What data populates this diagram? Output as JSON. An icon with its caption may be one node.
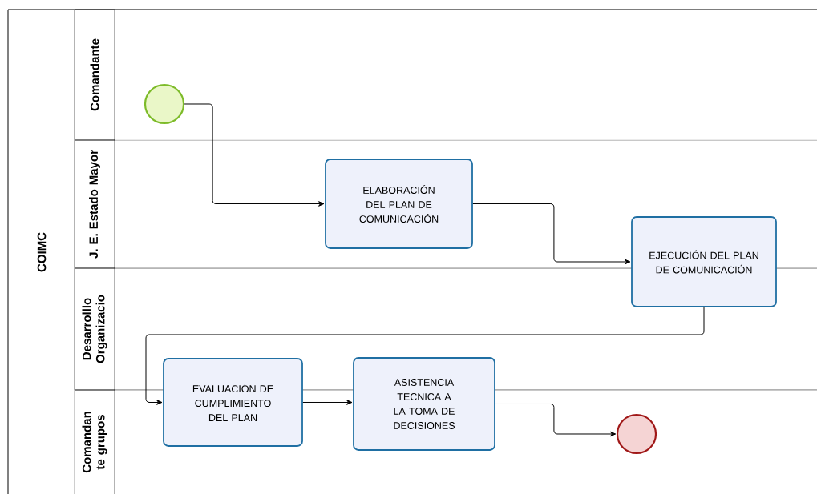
{
  "diagram": {
    "nodes": [
      {
        "text": [
          "COIMC"
        ]
      },
      {
        "text": [
          "Comandante"
        ],
        "in": 0
      },
      {
        "text": [
          "J. E. Estado Mayor"
        ],
        "in": 0
      },
      {
        "text": [
          "Desarrolllo Organizacio"
        ],
        "in": 0
      },
      {
        "text": [
          "Comandan te grupos"
        ],
        "in": 0
      },
      {
        "text": [],
        "shape": "circle",
        "in": 0
      },
      {
        "text": [
          "ELABORACIÓN DEL PLAN DE COMUNICACIÓN"
        ],
        "in": 0
      },
      {
        "text": [
          "EJECUCIÓN DEL PLAN DE COMUNICACIÓN"
        ],
        "in": 0
      },
      {
        "text": [
          "EVALUACIÓN DE CUMPLIMIENTO DEL PLAN"
        ],
        "in": 0
      },
      {
        "text": [
          "ASISTENCIA TECNICA A LA TOMA DE DECISIONES"
        ],
        "in": 0
      },
      {
        "text": [],
        "shape": "circle",
        "in": 0
      }
    ],
    "edges": [
      {
        "from": 5,
        "to": 6,
        "arrow": "to"
      },
      {
        "from": 6,
        "to": 7,
        "arrow": "to"
      },
      {
        "from": 7,
        "to": 8,
        "arrow": "to"
      },
      {
        "from": 8,
        "to": 9,
        "arrow": "to"
      },
      {
        "from": 9,
        "to": 10,
        "arrow": "to"
      }
    ]
  }
}
